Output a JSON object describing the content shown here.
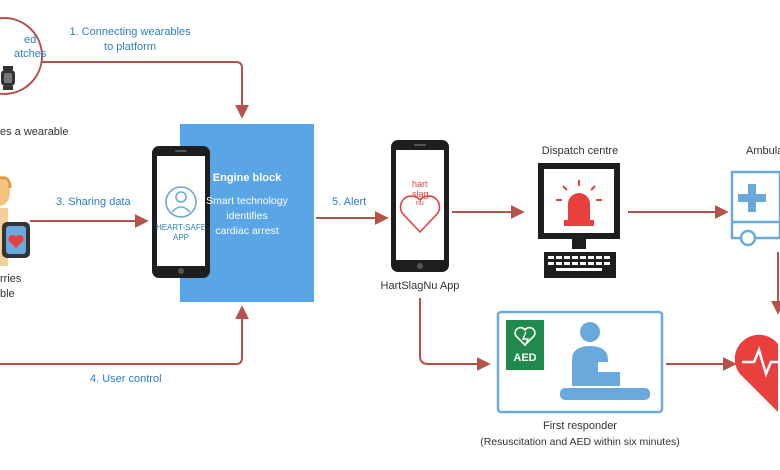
{
  "labels": {
    "watches_line1": "ed",
    "watches_line2": "atches",
    "wearable_caption": "es a wearable",
    "carries_line1": "rries",
    "carries_line2": "ble",
    "step1_line1": "1. Connecting wearables",
    "step1_line2": "to platform",
    "step3": "3. Sharing data",
    "step4": "4. User control",
    "step5": "5. Alert",
    "heart_safe_line1": "HEART-SAFE",
    "heart_safe_line2": "APP",
    "engine_title": "Engine block",
    "engine_line1": "Smart technology",
    "engine_line2": "identifies",
    "engine_line3": "cardiac arrest",
    "hartslag_app": "HartSlagNu App",
    "hartslag_logo_1": "hart",
    "hartslag_logo_2": "slag",
    "hartslag_logo_3": "nu",
    "dispatch": "Dispatch centre",
    "ambulance": "Ambula",
    "aed": "AED",
    "first_responder": "First responder",
    "first_responder_note": "(Resuscitation and AED within six minutes)"
  },
  "colors": {
    "arrow": "#b5534b",
    "blue": "#2c7fc2",
    "engine": "#59a5e6",
    "light_blue": "#6aa9dc",
    "heart_red": "#e8403c",
    "aed_green": "#1f8a4c",
    "phone": "#1e1e1e"
  }
}
